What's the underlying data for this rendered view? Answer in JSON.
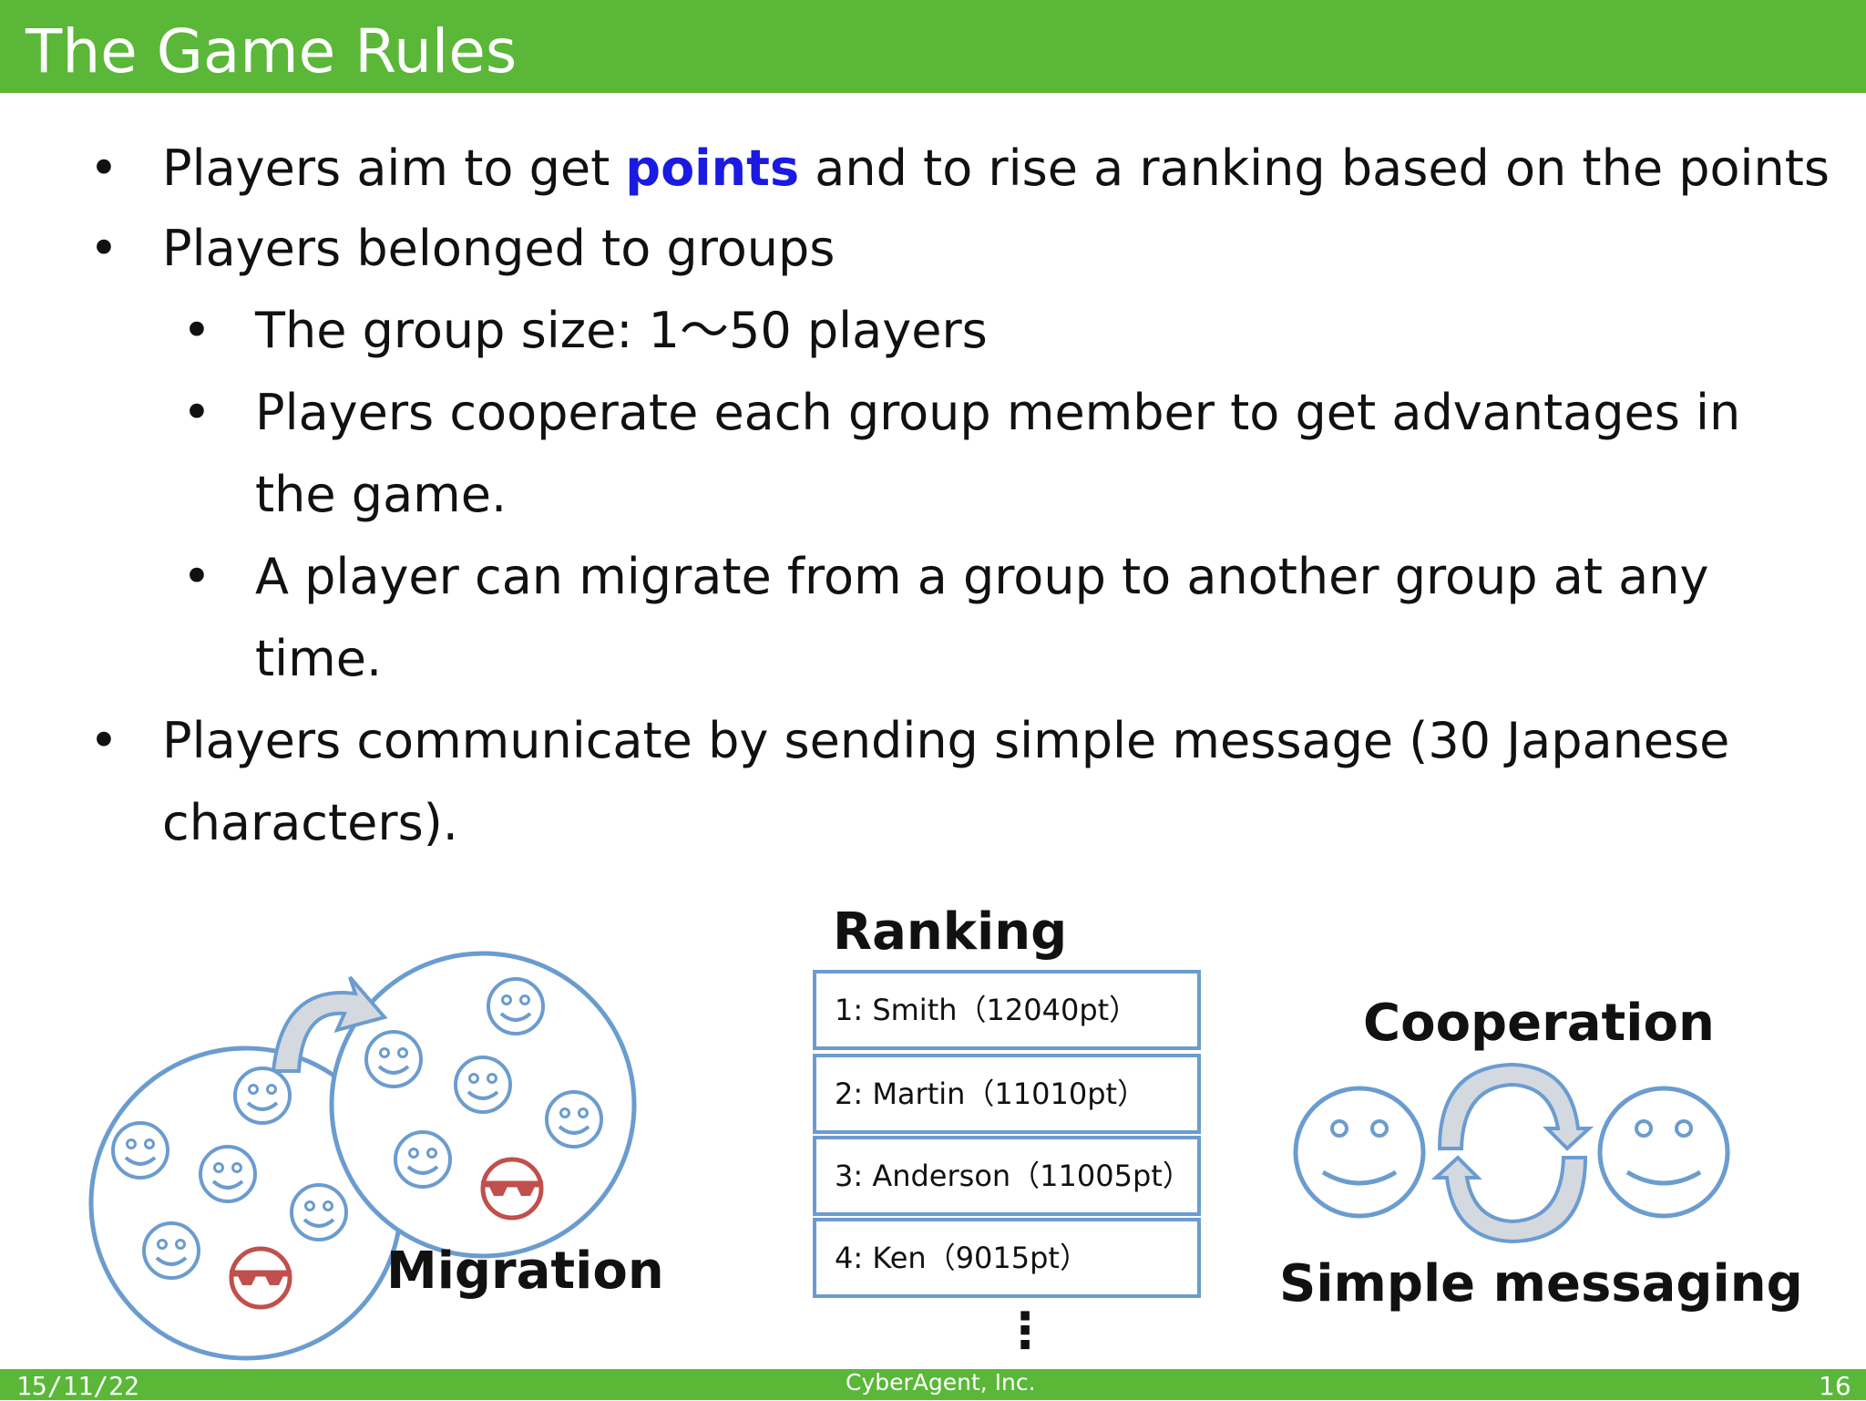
{
  "title": "The Game Rules",
  "bullets": {
    "b1_pre": "Players aim to get ",
    "b1_em": "points",
    "b1_post": " and to rise a ranking based on the points",
    "b2": "Players belonged to groups",
    "b2a": "The group size: 1〜50 players",
    "b2b_l1": "Players cooperate each group member to get advantages in",
    "b2b_l2": "the game.",
    "b2c_l1": "A player can migrate from a group to another group at any",
    "b2c_l2": "time.",
    "b3_l1": "Players communicate by sending simple message (30 Japanese",
    "b3_l2": "characters).",
    "marker": "•"
  },
  "diagrams": {
    "migration_label": "Migration",
    "ranking_title": "Ranking",
    "ranking": [
      "1: Smith（12040pt）",
      "2: Martin（11010pt）",
      "3: Anderson（11005pt）",
      "4: Ken（9015pt）"
    ],
    "ranking_more": "⋮",
    "cooperation_label": "Cooperation",
    "messaging_label": "Simple messaging"
  },
  "footer": {
    "date": "15/11/22",
    "company": "CyberAgent, Inc.",
    "page": "16"
  },
  "colors": {
    "bar": "#5ab738",
    "highlight": "#1a1ae0",
    "outline": "#6b9ccf",
    "red": "#c0504d"
  }
}
